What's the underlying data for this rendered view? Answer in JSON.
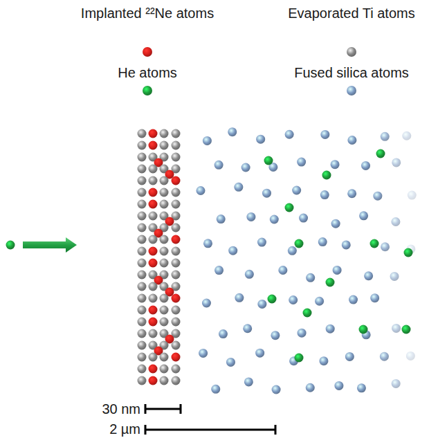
{
  "diagram": {
    "labels": [
      "30 nm",
      "2 µm"
    ],
    "legend": [
      {
        "text": "Implanted ²²Ne atoms",
        "color": "#d9201c"
      },
      {
        "text": "Evaporated Ti atoms",
        "color": "#8a8a8a"
      },
      {
        "text": "He atoms",
        "color": "#1e9e3c"
      },
      {
        "text": "Fused silica atoms",
        "color": "#7e9cc4"
      }
    ]
  }
}
